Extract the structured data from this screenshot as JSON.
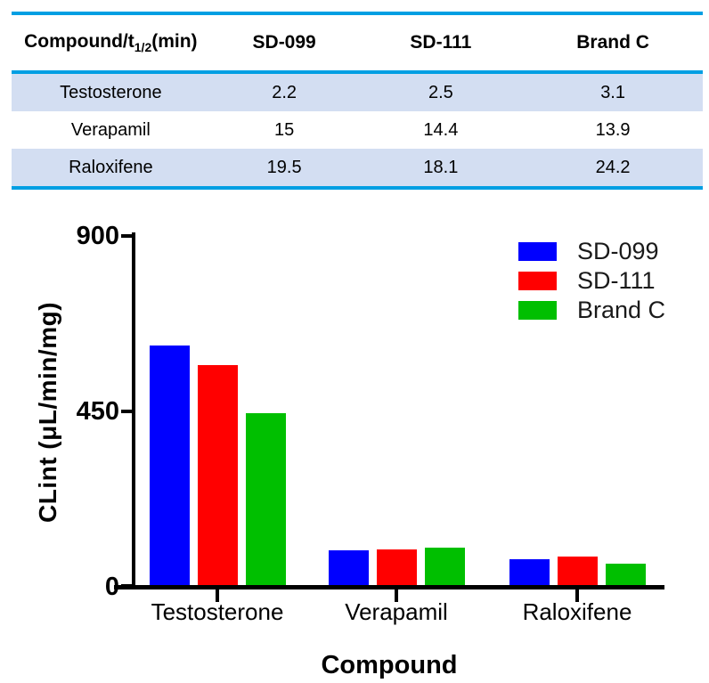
{
  "table": {
    "accent_color": "#009FE3",
    "shaded_row_color": "#D3DEF2",
    "header": {
      "col1": {
        "prefix": "Compound/t",
        "sub": "1/2",
        "suffix": "(min)"
      },
      "cols": [
        "SD-099",
        "SD-111",
        "Brand C"
      ]
    },
    "rows": [
      {
        "compound": "Testosterone",
        "values": [
          "2.2",
          "2.5",
          "3.1"
        ]
      },
      {
        "compound": "Verapamil",
        "values": [
          "15",
          "14.4",
          "13.9"
        ]
      },
      {
        "compound": "Raloxifene",
        "values": [
          "19.5",
          "18.1",
          "24.2"
        ]
      }
    ]
  },
  "chart_data": {
    "type": "bar",
    "title": "",
    "xlabel": "Compound",
    "ylabel": "CLint (μL/min/mg)",
    "categories": [
      "Testosterone",
      "Verapamil",
      "Raloxifene"
    ],
    "series": [
      {
        "name": "SD-099",
        "color": "#0000FF",
        "values": [
          615,
          88,
          67
        ]
      },
      {
        "name": "SD-111",
        "color": "#FF0000",
        "values": [
          565,
          92,
          73
        ]
      },
      {
        "name": "Brand C",
        "color": "#00BF00",
        "values": [
          440,
          95,
          54
        ]
      }
    ],
    "ylim": [
      0,
      900
    ],
    "yticks": [
      0,
      450,
      900
    ],
    "grid": false,
    "legend_position": "top-right"
  }
}
